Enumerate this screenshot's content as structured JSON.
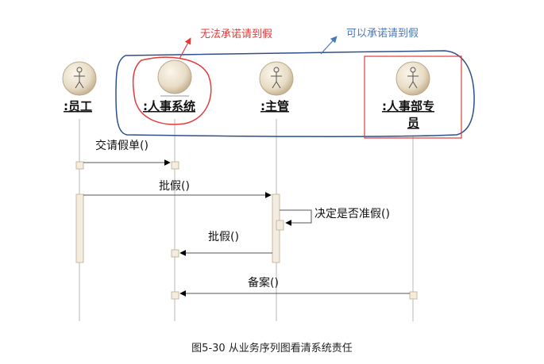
{
  "notes": {
    "cannot_promise": "无法承诺请到假",
    "can_promise": "可以承诺请到假"
  },
  "actors": {
    "employee": ":员工",
    "hr_system": ":人事系统",
    "supervisor": ":主管",
    "hr_clerk_line1": ":人事部专",
    "hr_clerk_line2": "员"
  },
  "messages": {
    "submit_request": "交请假单()",
    "approve_1": "批假()",
    "decide": "决定是否准假()",
    "approve_2": "批假()",
    "record": "备案()"
  },
  "caption": "图5-30 从业务序列图看清系统责任",
  "colors": {
    "red": "#e23b3b",
    "blue": "#2e4f8a",
    "activation_fill": "#f3ece1",
    "activation_stroke": "#cbb89a",
    "lifeline": "#b7b7b7"
  }
}
